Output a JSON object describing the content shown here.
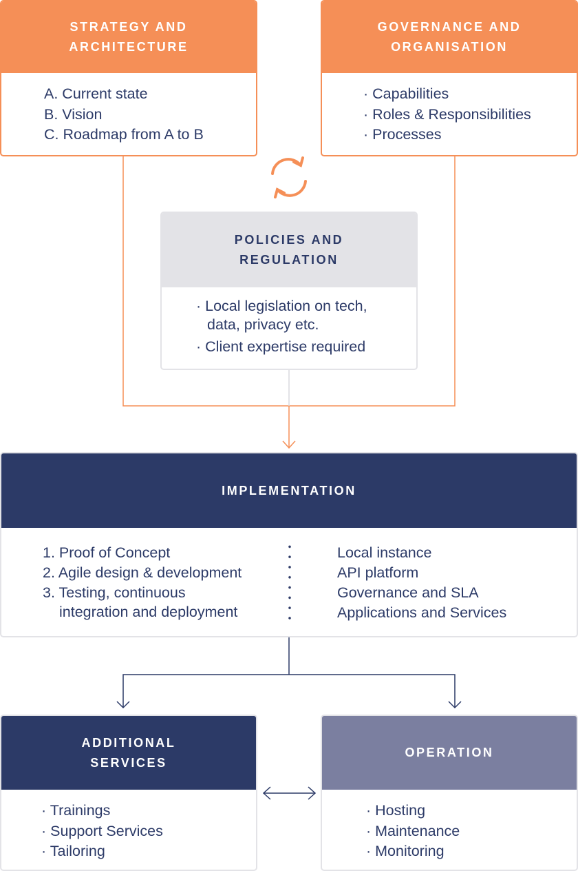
{
  "strategy": {
    "title": "STRATEGY AND\nARCHITECTURE",
    "items": [
      "A. Current state",
      "B. Vision",
      "C. Roadmap from A to B"
    ]
  },
  "governance": {
    "title": "GOVERNANCE AND\nORGANISATION",
    "items": [
      "Capabilities",
      "Roles & Responsibilities",
      "Processes"
    ]
  },
  "policies": {
    "title": "POLICIES AND\nREGULATION",
    "items": [
      "Local legislation on tech,",
      "data, privacy etc.",
      "Client expertise required"
    ]
  },
  "implementation": {
    "title": "IMPLEMENTATION",
    "left_items": [
      "1. Proof of Concept",
      "2. Agile design & development",
      "3. Testing, continuous",
      "integration and deployment"
    ],
    "right_items": [
      "Local instance",
      "API platform",
      "Governance and SLA",
      "Applications and Services"
    ]
  },
  "additional_services": {
    "title": "ADDITIONAL\nSERVICES",
    "items": [
      "Trainings",
      "Support Services",
      "Tailoring"
    ]
  },
  "operation": {
    "title": "OPERATION",
    "items": [
      "Hosting",
      "Maintenance",
      "Monitoring"
    ]
  },
  "icons": {
    "cycle": "refresh-cycle-icon",
    "flow_arrow": "arrow-down-icon",
    "bidirectional": "double-arrow-icon"
  },
  "colors": {
    "orange": "#f58f57",
    "navy": "#2c3a67",
    "slate": "#7b7fa0",
    "light_grey": "#e3e3e7",
    "text": "#2c3a67"
  }
}
